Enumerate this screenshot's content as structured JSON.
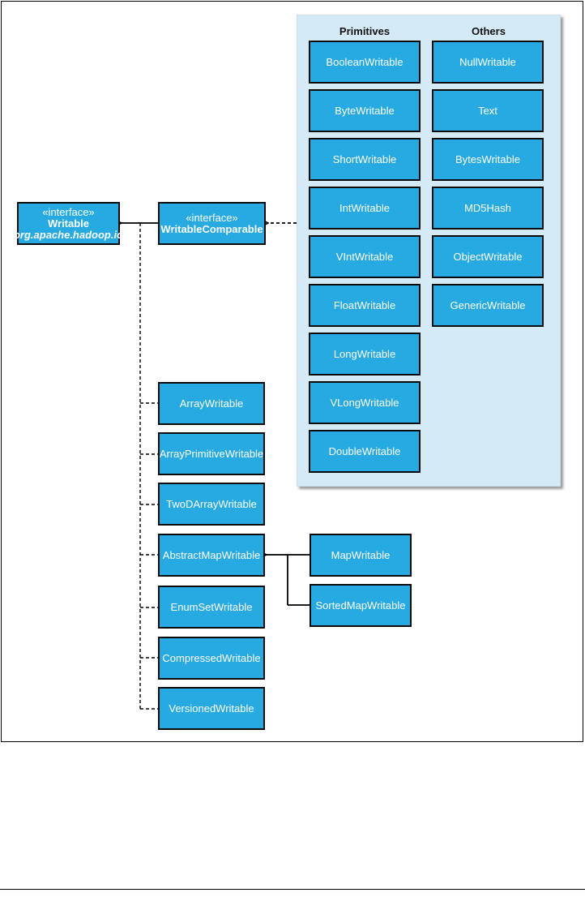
{
  "diagram": {
    "root": {
      "stereotype": "«interface»",
      "name": "Writable",
      "package": "org.apache.hadoop.io"
    },
    "comparable": {
      "stereotype": "«interface»",
      "name": "WritableComparable"
    },
    "primitives": {
      "header": "Primitives",
      "items": [
        "BooleanWritable",
        "ByteWritable",
        "ShortWritable",
        "IntWritable",
        "VIntWritable",
        "FloatWritable",
        "LongWritable",
        "VLongWritable",
        "DoubleWritable"
      ]
    },
    "others": {
      "header": "Others",
      "items": [
        "NullWritable",
        "Text",
        "BytesWritable",
        "MD5Hash",
        "ObjectWritable",
        "GenericWritable"
      ]
    },
    "writable_impls": [
      "ArrayWritable",
      "ArrayPrimitiveWritable",
      "TwoDArrayWritable",
      "AbstractMapWritable",
      "EnumSetWritable",
      "CompressedWritable",
      "VersionedWritable"
    ],
    "map_impls": [
      "MapWritable",
      "SortedMapWritable"
    ]
  }
}
